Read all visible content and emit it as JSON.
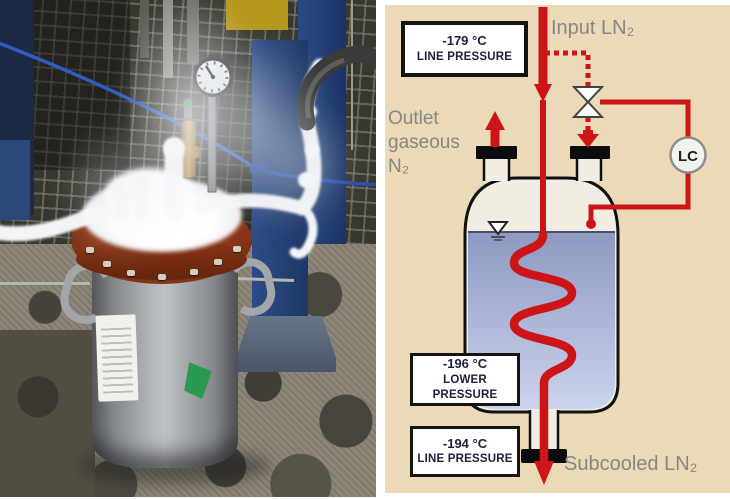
{
  "figure": {
    "left_photo": {
      "alt": "Frost-covered cryogenic subcooler vessel with red flange lid, pressure gauge, brass relief valve, iced piping and nitrogen vapour, standing on a concrete floor beside a blue steel column"
    },
    "right_diagram": {
      "top_box": {
        "temperature": "-179 °C",
        "caption": "LINE PRESSURE"
      },
      "input_label": "Input LN₂",
      "outlet_label": {
        "line1": "Outlet",
        "line2": "gaseous",
        "line3": "N₂"
      },
      "level_controller": "LC",
      "lower_box": {
        "temperature": "-196 °C",
        "caption": "LOWER PRESSURE"
      },
      "bottom_box": {
        "temperature": "-194 °C",
        "caption": "LINE PRESSURE"
      },
      "subcooled_label": "Subcooled LN₂",
      "colors": {
        "background": "#ecd9b8",
        "pipe": "#cc1517",
        "liquid_top": "#8e99c2",
        "liquid_bottom": "#ccd3ec"
      }
    }
  }
}
